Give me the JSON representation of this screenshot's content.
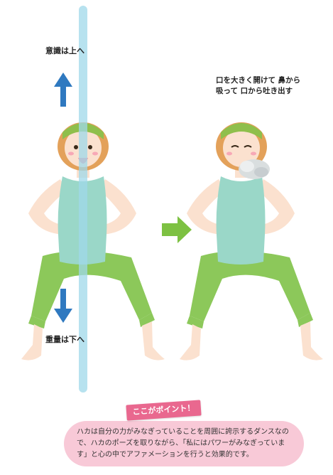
{
  "labels": {
    "up": "意識は上へ",
    "down": "重量は下へ",
    "breath_line1": "口を大きく開けて 鼻から",
    "breath_line2": "吸って 口から吐き出す"
  },
  "tip": {
    "banner": "ここがポイント！",
    "text": "ハカは自分の力がみなぎっていることを周囲に誇示するダンスなので、ハカのポーズを取りながら、「私にはパワーがみなぎっています」と心の中でアファメーションを行うと効果的です。"
  },
  "colors": {
    "axis": "#9fd8ea",
    "arrow_blue": "#2f79c0",
    "arrow_green": "#7dc142",
    "pants": "#8cc85a",
    "top": "#9ad7c8",
    "skin": "#fbe1cf",
    "hair": "#e3a15a",
    "headband": "#8fbf4c",
    "banner": "#e9688f",
    "tip_box": "#f8c9d7"
  },
  "icons": [
    "arrow-up-icon",
    "arrow-down-icon",
    "arrow-right-icon"
  ]
}
